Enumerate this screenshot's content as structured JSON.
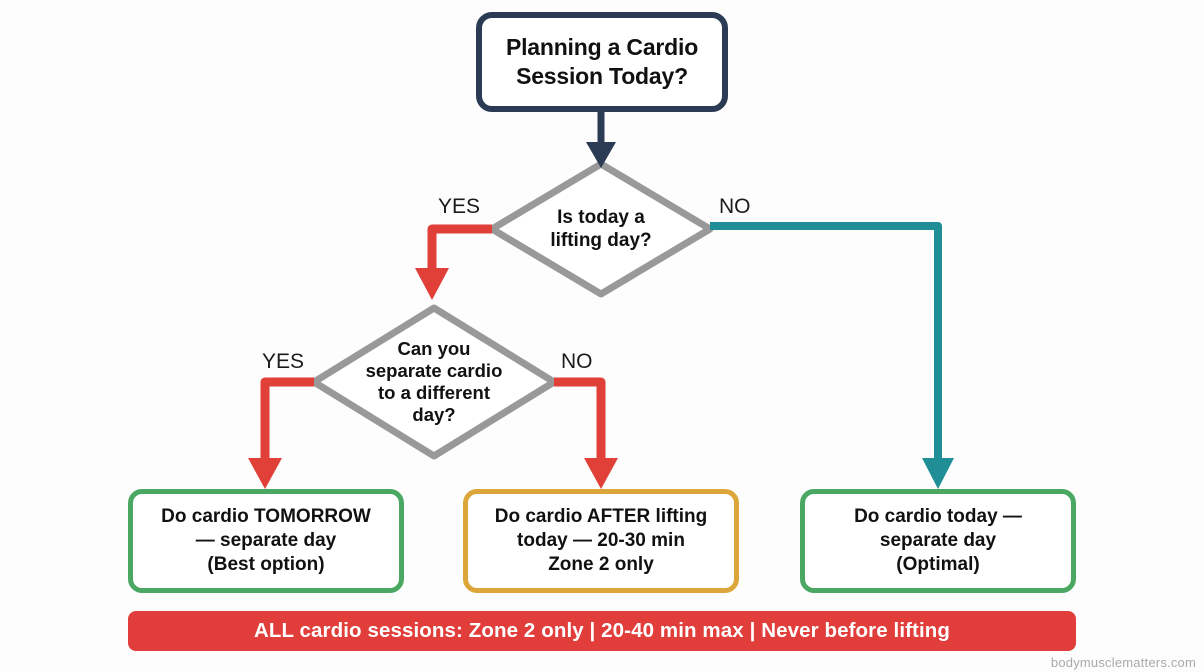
{
  "page": {
    "background_color": "#fdfdfd",
    "watermark": "bodymusclematters.com"
  },
  "palette": {
    "navy": "#2b3b54",
    "gray_diamond": "#999999",
    "red_arrow": "#e04038",
    "teal_arrow": "#1f8e96",
    "green_box": "#4aa862",
    "orange_box": "#dda63a",
    "banner_red": "#e13d3a",
    "text_dark": "#111111",
    "watermark_gray": "#a9a9a9"
  },
  "flowchart": {
    "type": "decision-tree",
    "start": {
      "id": "start",
      "label": "Planning a Cardio Session Today?",
      "line1": "Planning a Cardio",
      "line2": "Session Today?",
      "shape": "rounded-rect",
      "border_color": "#2b3b54"
    },
    "decisions": [
      {
        "id": "is-lifting-day",
        "label": "Is today a lifting day?",
        "line1": "Is today a",
        "line2": "lifting day?",
        "shape": "diamond",
        "border_color": "#999999",
        "branches": [
          {
            "answer": "YES",
            "color": "#e04038",
            "target": "can-separate-cardio"
          },
          {
            "answer": "NO",
            "color": "#1f8e96",
            "target": "do-cardio-today"
          }
        ]
      },
      {
        "id": "can-separate-cardio",
        "label": "Can you separate cardio to a different day?",
        "line1": "Can you",
        "line2": "separate cardio",
        "line3": "to a different",
        "line4": "day?",
        "shape": "diamond",
        "border_color": "#999999",
        "branches": [
          {
            "answer": "YES",
            "color": "#e04038",
            "target": "do-cardio-tomorrow"
          },
          {
            "answer": "NO",
            "color": "#e04038",
            "target": "do-cardio-after-lifting"
          }
        ]
      }
    ],
    "outcomes": [
      {
        "id": "do-cardio-tomorrow",
        "label": "Do cardio TOMORROW — separate day (Best option)",
        "line1": "Do cardio TOMORROW",
        "line2": "— separate day",
        "line3": "(Best option)",
        "border_color": "#4aa862"
      },
      {
        "id": "do-cardio-after-lifting",
        "label": "Do cardio AFTER lifting today — 20-30 min Zone 2 only",
        "line1": "Do cardio AFTER lifting",
        "line2": "today — 20-30 min",
        "line3": "Zone 2 only",
        "border_color": "#dda63a"
      },
      {
        "id": "do-cardio-today",
        "label": "Do cardio today — separate day (Optimal)",
        "line1": "Do cardio today —",
        "line2": "separate day",
        "line3": "(Optimal)",
        "border_color": "#4aa862"
      }
    ],
    "edge_labels": {
      "lifting_yes": "YES",
      "lifting_no": "NO",
      "separate_yes": "YES",
      "separate_no": "NO"
    },
    "banner": {
      "id": "rules-banner",
      "text": "ALL cardio sessions: Zone 2 only | 20-40 min max | Never before lifting",
      "background_color": "#e13d3a",
      "text_color": "#ffffff"
    }
  }
}
